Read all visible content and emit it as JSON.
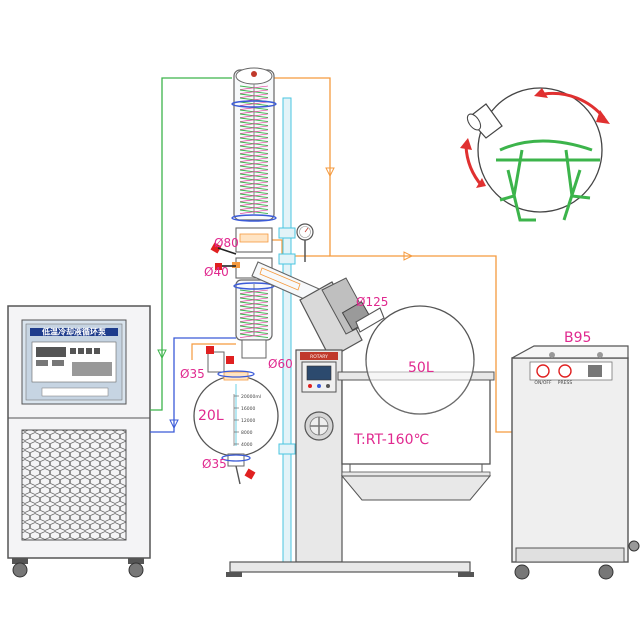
{
  "labels": {
    "d80": "Ø80",
    "d40": "Ø40",
    "d125": "Ø125",
    "d60": "Ø60",
    "d35_top": "Ø35",
    "d35_bottom": "Ø35",
    "flask_50l": "50L",
    "flask_20l": "20L",
    "temp_range": "T:RT-160℃",
    "pump_model": "B95",
    "chiller_panel": "低温冷却液循环泵"
  },
  "scale": [
    "20000ml",
    "16000",
    "12000",
    "8000",
    "4000"
  ],
  "pump_buttons": [
    "ON/OFF",
    "PRESS"
  ],
  "colors": {
    "coolant_green": "#3cb44b",
    "vacuum_orange": "#f59a3e",
    "heater_cyan": "#4ac6e0",
    "label_pink": "#e0298f",
    "rotation_red": "#e03030",
    "return_blue": "#3b5bd8"
  }
}
